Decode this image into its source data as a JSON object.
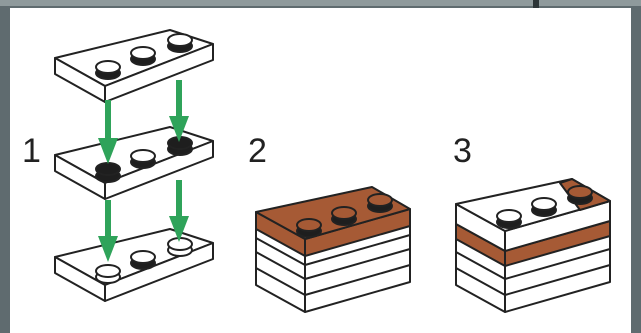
{
  "steps": [
    {
      "label": "1"
    },
    {
      "label": "2"
    },
    {
      "label": "3"
    }
  ],
  "colors": {
    "frame": "#5f6b6f",
    "panel": "#ffffff",
    "arrow": "#2fa35a",
    "brown": "#a65a35",
    "stud": "#1e1e1e",
    "outline": "#222222"
  }
}
